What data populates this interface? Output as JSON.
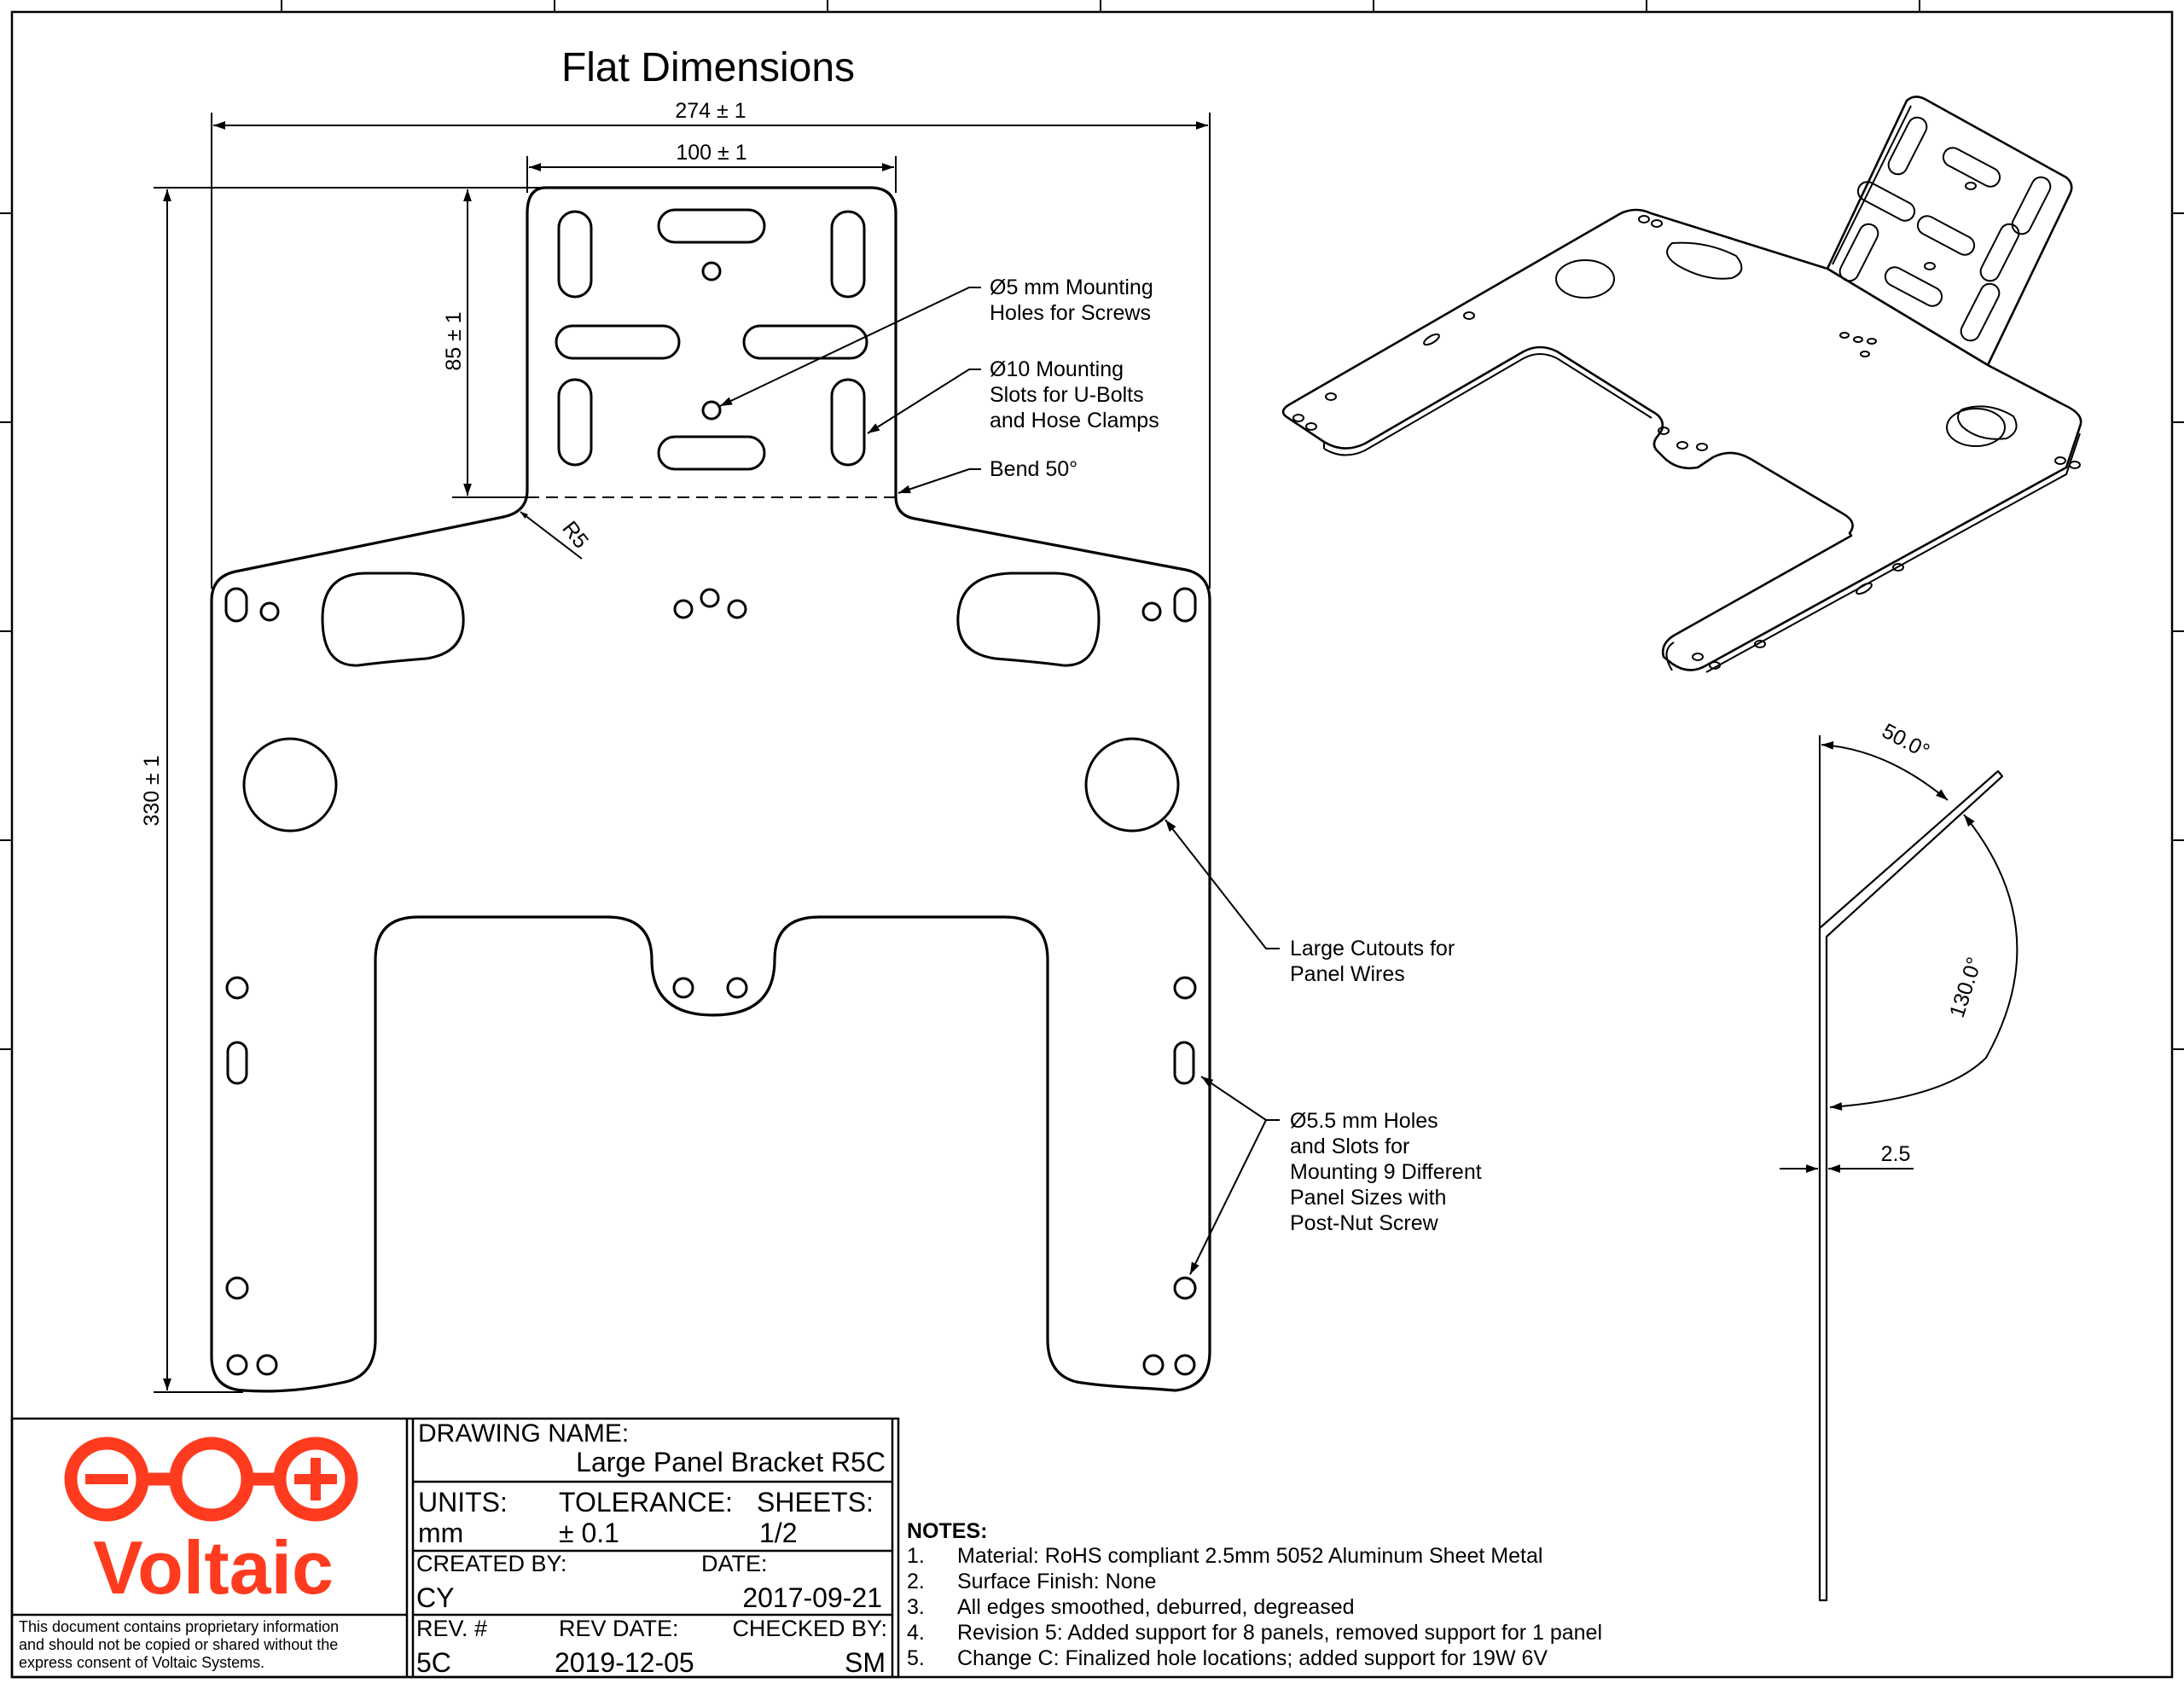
{
  "drawing": {
    "title": "Flat Dimensions",
    "dims": {
      "overall_width": "274 ± 1",
      "tab_width": "100 ± 1",
      "tab_height": "85 ± 1",
      "overall_height": "330 ± 1",
      "radius": "R5",
      "side_angle": "50.0°",
      "side_complement": "130.0°",
      "thickness": "2.5"
    },
    "callouts": {
      "screw_holes": [
        "Ø5 mm Mounting",
        "Holes for Screws"
      ],
      "slots": [
        "Ø10 Mounting",
        "Slots for U-Bolts",
        "and Hose Clamps"
      ],
      "bend": "Bend 50°",
      "cutouts": [
        "Large Cutouts for",
        "Panel Wires"
      ],
      "panel_holes": [
        "Ø5.5 mm Holes",
        "and Slots for",
        "Mounting 9 Different",
        "Panel Sizes with",
        "Post-Nut Screw"
      ]
    }
  },
  "title_block": {
    "brand": "Voltaic",
    "brand_color": "#ff3b1f",
    "disclaimer": [
      "This document contains proprietary information",
      "and should not be copied or shared without the",
      "express consent of Voltaic Systems."
    ],
    "drawing_name_label": "DRAWING NAME:",
    "drawing_name": "Large Panel Bracket R5C",
    "units_label": "UNITS:",
    "units": "mm",
    "tolerance_label": "TOLERANCE:",
    "tolerance": "± 0.1",
    "sheets_label": "SHEETS:",
    "sheets": "1/2",
    "created_by_label": "CREATED BY:",
    "created_by": "CY",
    "date_label": "DATE:",
    "date": "2017-09-21",
    "rev_label": "REV. #",
    "rev": "5C",
    "rev_date_label": "REV DATE:",
    "rev_date": "2019-12-05",
    "checked_by_label": "CHECKED BY:",
    "checked_by": "SM"
  },
  "notes": {
    "header": "NOTES:",
    "items": [
      {
        "num": "1.",
        "text": "Material: RoHS compliant 2.5mm 5052 Aluminum Sheet Metal"
      },
      {
        "num": "2.",
        "text": "Surface Finish: None"
      },
      {
        "num": "3.",
        "text": "All edges smoothed, deburred, degreased"
      },
      {
        "num": "4.",
        "text": "Revision 5: Added support for 8 panels, removed support for 1 panel"
      },
      {
        "num": "5.",
        "text": "Change C: Finalized hole locations; added support for 19W 6V"
      }
    ]
  }
}
